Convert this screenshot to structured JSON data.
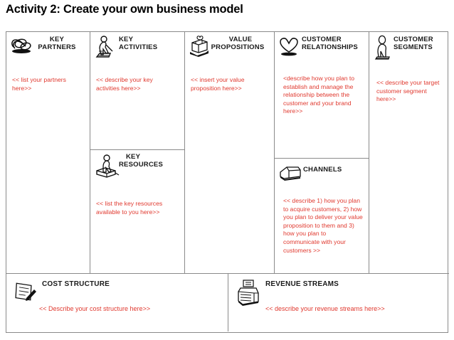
{
  "title": "Activity 2: Create your own business model",
  "colors": {
    "note_red": "#e0392f",
    "border_gray": "#8a8a8a",
    "heading_black": "#1a1a1a"
  },
  "canvas": {
    "blocks": {
      "key_partners": {
        "heading": "KEY\nPARTNERS",
        "heading_line1": "KEY",
        "heading_line2": "PARTNERS",
        "icon": "chain-links-icon",
        "note": "<< list your partners here>>"
      },
      "key_activities": {
        "heading_line1": "KEY",
        "heading_line2": "ACTIVITIES",
        "icon": "worker-sweeping-icon",
        "note": "<< describe your key activities here>>"
      },
      "key_resources": {
        "heading_line1": "KEY",
        "heading_line2": "RESOURCES",
        "icon": "person-machine-icon",
        "note": "<< list the key resources available to you here>>"
      },
      "value_propositions": {
        "heading_line1": "VALUE",
        "heading_line2": "PROPOSITIONS",
        "icon": "gift-box-icon",
        "note": "<< insert your value proposition here>>"
      },
      "customer_relationships": {
        "heading_line1": "CUSTOMER",
        "heading_line2": "RELATIONSHIPS",
        "icon": "heart-icon",
        "note": "<describe how you plan to establish and manage the relationship between the customer and your brand here>>"
      },
      "channels": {
        "heading": "CHANNELS",
        "icon": "delivery-truck-icon",
        "note": "<< describe 1) how you plan to acquire customers, 2) how you plan to deliver your value proposition to them and 3) how you plan to communicate with your customers >>"
      },
      "customer_segments": {
        "heading_line1": "CUSTOMER",
        "heading_line2": "SEGMENTS",
        "icon": "standing-person-icon",
        "note": "<< describe your target customer segment here>>"
      },
      "cost_structure": {
        "heading": "COST STRUCTURE",
        "icon": "document-pen-icon",
        "note": "<< Describe your cost structure here>>"
      },
      "revenue_streams": {
        "heading": "REVENUE STREAMS",
        "icon": "cash-register-icon",
        "note": "<< describe your revenue streams here>>"
      }
    }
  }
}
